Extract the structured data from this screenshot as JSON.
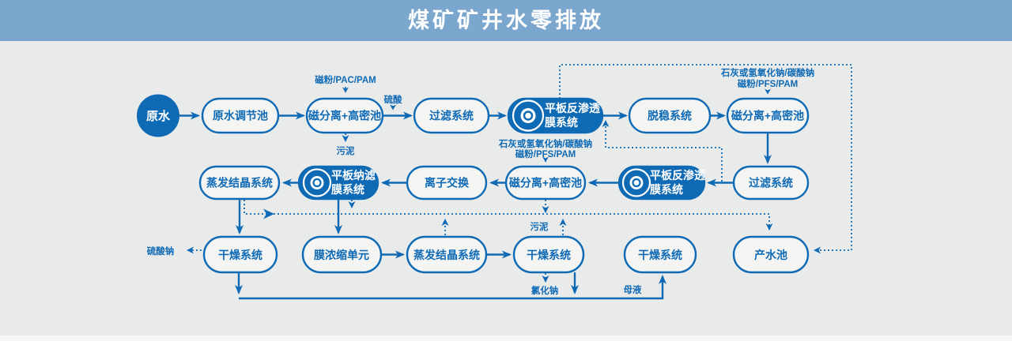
{
  "header": {
    "title": "煤矿矿井水零排放"
  },
  "colors": {
    "accent_blue": "#0f6ab5",
    "header_blue": "#7ba7cf",
    "background_gray": "#e9eaea",
    "node_fill": "#f4f5f3",
    "node_text_inverse": "#ffffff"
  },
  "nodes": {
    "raw_water": "原水",
    "regulating_pool": "原水调节池",
    "magsep1": "磁分离+高密池",
    "filter1": "过滤系统",
    "ro1": {
      "l1": "平板反渗透",
      "l2": "膜系统"
    },
    "destabilize": "脱稳系统",
    "magsep2": "磁分离+高密池",
    "filter2": "过滤系统",
    "ro2": {
      "l1": "平板反渗透",
      "l2": "膜系统"
    },
    "magsep3": "磁分离+高密池",
    "ion_exchange": "离子交换",
    "nf": {
      "l1": "平板纳滤",
      "l2": "膜系统"
    },
    "evap_crystal1": "蒸发结晶系统",
    "dry1": "干燥系统",
    "membrane_conc": "膜浓缩单元",
    "evap_crystal2": "蒸发结晶系统",
    "dry2": "干燥系统",
    "dry3": "干燥系统",
    "product_pool": "产水池"
  },
  "annotations": {
    "dosing1": "磁粉/PAC/PAM",
    "acid": "硫酸",
    "sludge1": "污泥",
    "dosing2_line1": "石灰或氢氧化钠/碳酸钠",
    "dosing2_line2": "磁粉/PFS/PAM",
    "dosing3_line1": "石灰或氢氧化钠/碳酸钠",
    "dosing3_line2": "磁粉/PFS/PAM",
    "sludge2": "污泥",
    "nacl": "氯化钠",
    "mother_liquor": "母液",
    "sodium_sulfate": "硫酸钠"
  }
}
